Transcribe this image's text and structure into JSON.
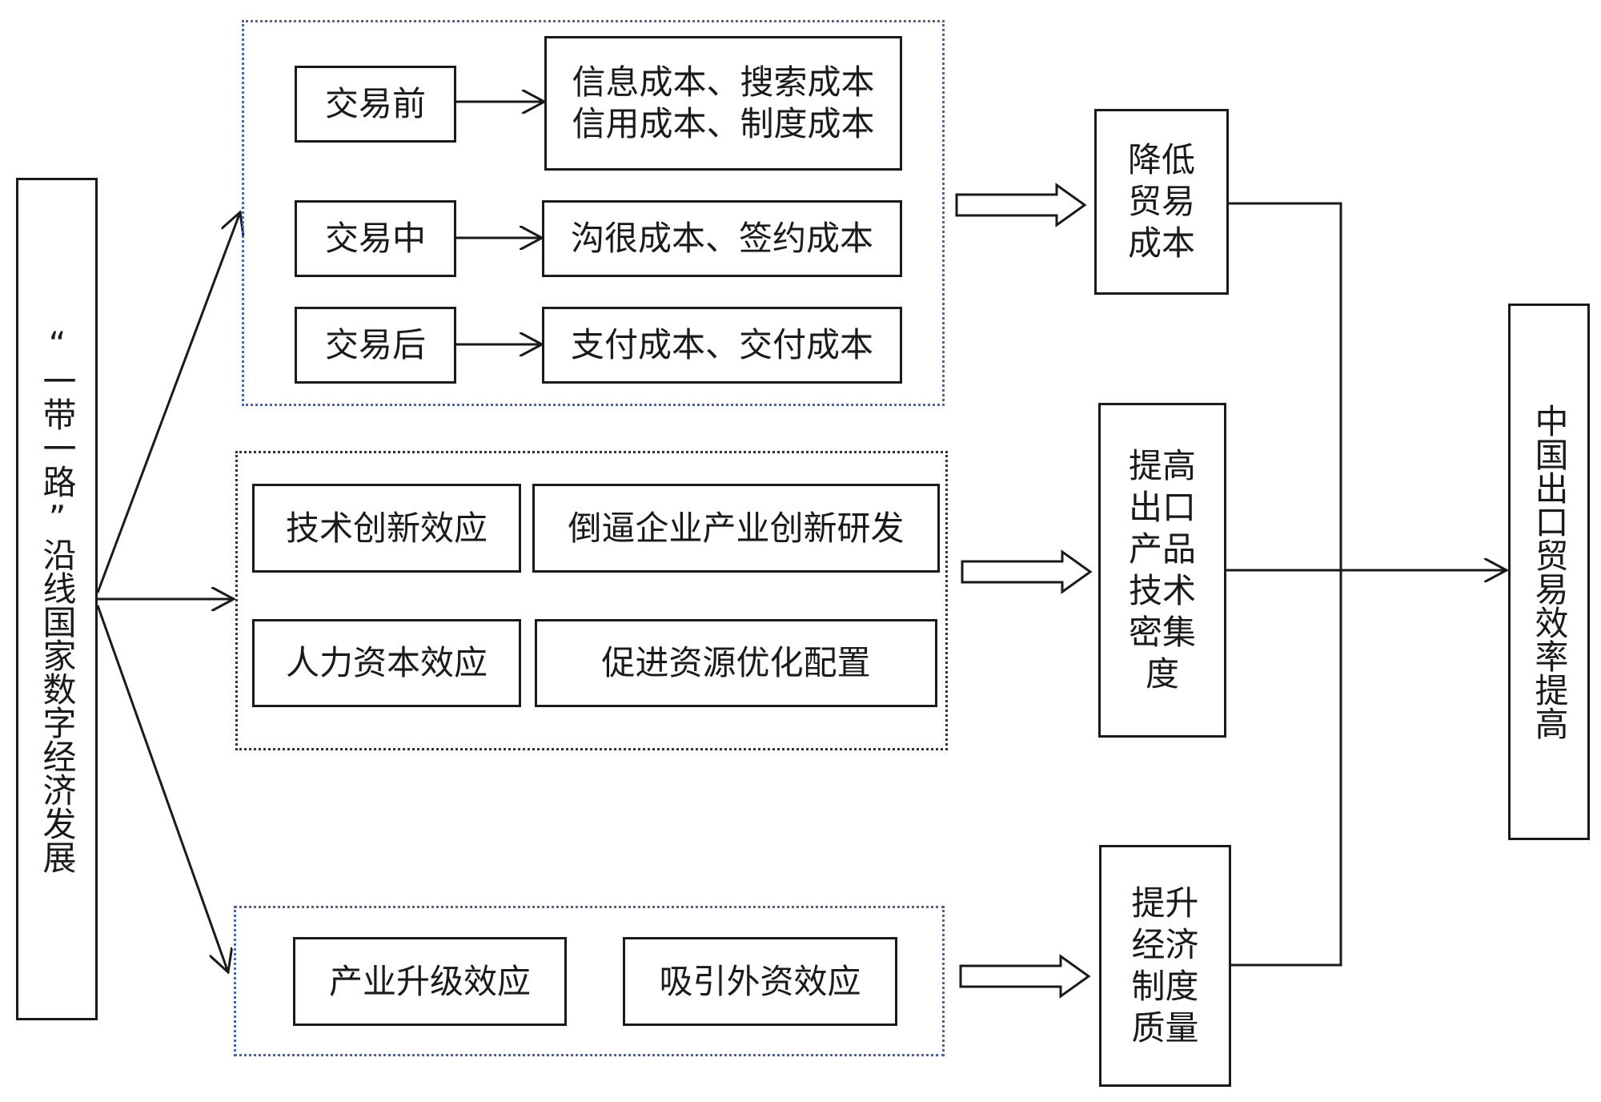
{
  "source": {
    "text": "“一带一路”沿线国家数字经济发展"
  },
  "transaction": {
    "before": {
      "label": "交易前",
      "costs_line1": "信息成本、搜索成本",
      "costs_line2": "信用成本、制度成本"
    },
    "during": {
      "label": "交易中",
      "costs": "沟很成本、签约成本"
    },
    "after": {
      "label": "交易后",
      "costs": "支付成本、交付成本"
    }
  },
  "innovation": {
    "tech_effect": "技术创新效应",
    "tech_result": "倒逼企业产业创新研发",
    "human_effect": "人力资本效应",
    "human_result": "促进资源优化配置"
  },
  "institution": {
    "upgrade_effect": "产业升级效应",
    "fdi_effect": "吸引外资效应"
  },
  "outcomes": {
    "reduce_cost": [
      "降低",
      "贸易",
      "成本"
    ],
    "tech_intensity": [
      "提高",
      "出口",
      "产品",
      "技术",
      "密集",
      "度"
    ],
    "institution_quality": [
      "提升",
      "经济",
      "制度",
      "质量"
    ]
  },
  "final": {
    "text": "中国出口贸易效率提高"
  }
}
